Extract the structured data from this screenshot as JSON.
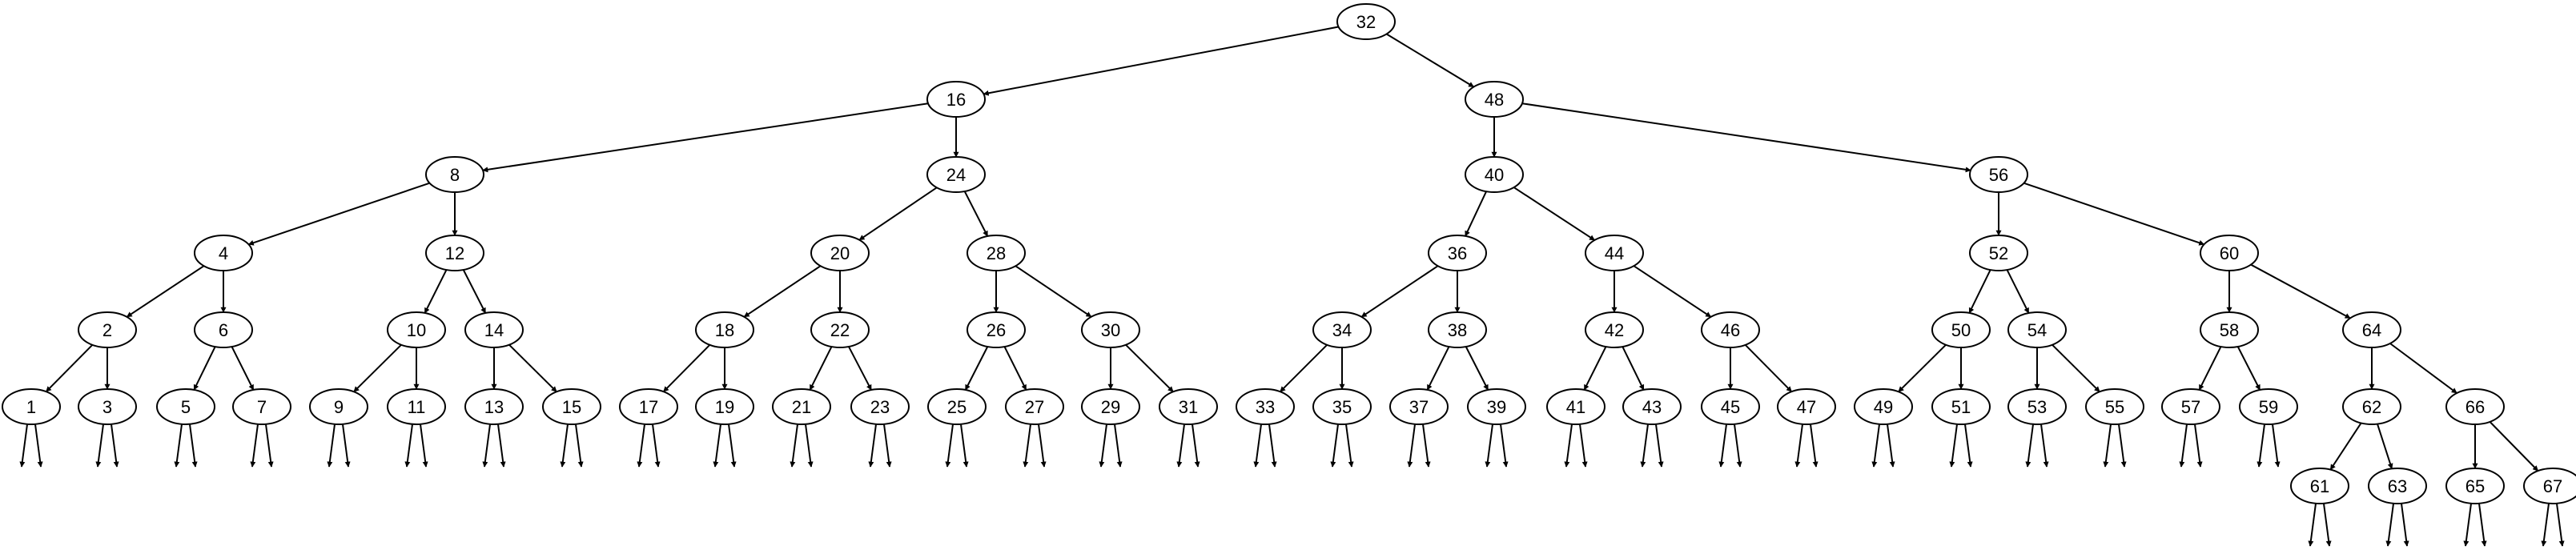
{
  "diagram": {
    "root": "32",
    "nodes": [
      {
        "label": "32",
        "children": [
          "16",
          "48"
        ]
      },
      {
        "label": "16",
        "children": [
          "8",
          "24"
        ]
      },
      {
        "label": "48",
        "children": [
          "40",
          "56"
        ]
      },
      {
        "label": "8",
        "children": [
          "4",
          "12"
        ]
      },
      {
        "label": "24",
        "children": [
          "20",
          "28"
        ]
      },
      {
        "label": "40",
        "children": [
          "36",
          "44"
        ]
      },
      {
        "label": "56",
        "children": [
          "52",
          "60"
        ]
      },
      {
        "label": "4",
        "children": [
          "2",
          "6"
        ]
      },
      {
        "label": "12",
        "children": [
          "10",
          "14"
        ]
      },
      {
        "label": "20",
        "children": [
          "18",
          "22"
        ]
      },
      {
        "label": "28",
        "children": [
          "26",
          "30"
        ]
      },
      {
        "label": "36",
        "children": [
          "34",
          "38"
        ]
      },
      {
        "label": "44",
        "children": [
          "42",
          "46"
        ]
      },
      {
        "label": "52",
        "children": [
          "50",
          "54"
        ]
      },
      {
        "label": "60",
        "children": [
          "58",
          "64"
        ]
      },
      {
        "label": "2",
        "children": [
          "1",
          "3"
        ]
      },
      {
        "label": "6",
        "children": [
          "5",
          "7"
        ]
      },
      {
        "label": "10",
        "children": [
          "9",
          "11"
        ]
      },
      {
        "label": "14",
        "children": [
          "13",
          "15"
        ]
      },
      {
        "label": "18",
        "children": [
          "17",
          "19"
        ]
      },
      {
        "label": "22",
        "children": [
          "21",
          "23"
        ]
      },
      {
        "label": "26",
        "children": [
          "25",
          "27"
        ]
      },
      {
        "label": "30",
        "children": [
          "29",
          "31"
        ]
      },
      {
        "label": "34",
        "children": [
          "33",
          "35"
        ]
      },
      {
        "label": "38",
        "children": [
          "37",
          "39"
        ]
      },
      {
        "label": "42",
        "children": [
          "41",
          "43"
        ]
      },
      {
        "label": "46",
        "children": [
          "45",
          "47"
        ]
      },
      {
        "label": "50",
        "children": [
          "49",
          "51"
        ]
      },
      {
        "label": "54",
        "children": [
          "53",
          "55"
        ]
      },
      {
        "label": "58",
        "children": [
          "57",
          "59"
        ]
      },
      {
        "label": "64",
        "children": [
          "62",
          "66"
        ]
      },
      {
        "label": "62",
        "children": [
          "61",
          "63"
        ]
      },
      {
        "label": "66",
        "children": [
          "65",
          "67"
        ]
      }
    ],
    "leaves_with_null_children": [
      "1",
      "3",
      "5",
      "7",
      "9",
      "11",
      "13",
      "15",
      "17",
      "19",
      "21",
      "23",
      "25",
      "27",
      "29",
      "31",
      "33",
      "35",
      "37",
      "39",
      "41",
      "43",
      "45",
      "47",
      "49",
      "51",
      "53",
      "55",
      "57",
      "59",
      "61",
      "63",
      "65",
      "67"
    ]
  }
}
